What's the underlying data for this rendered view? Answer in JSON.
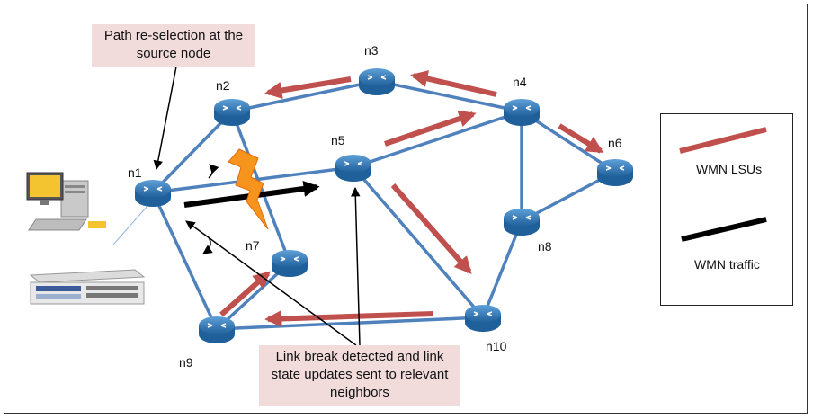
{
  "callouts": {
    "top": "Path re-selection at the source node",
    "bottom": "Link break detected and link state updates sent to relevant neighbors"
  },
  "nodes": [
    {
      "id": "n1",
      "label": "n1"
    },
    {
      "id": "n2",
      "label": "n2"
    },
    {
      "id": "n3",
      "label": "n3"
    },
    {
      "id": "n4",
      "label": "n4"
    },
    {
      "id": "n5",
      "label": "n5"
    },
    {
      "id": "n6",
      "label": "n6"
    },
    {
      "id": "n7",
      "label": "n7"
    },
    {
      "id": "n8",
      "label": "n8"
    },
    {
      "id": "n9",
      "label": "n9"
    },
    {
      "id": "n10",
      "label": "n10"
    }
  ],
  "legend": {
    "lsu_label": "WMN LSUs",
    "traffic_label": "WMN traffic"
  },
  "colors": {
    "link": "#4f81bd",
    "router": "#2e75b6",
    "lsu_arrow": "#c0504d",
    "traffic_arrow": "#000000",
    "callout_bg": "#f2dcdb",
    "lightning": "#f7941d"
  },
  "icons": [
    "router-icon",
    "desktop-computer-icon",
    "server-appliance-icon",
    "lightning-bolt-icon"
  ]
}
